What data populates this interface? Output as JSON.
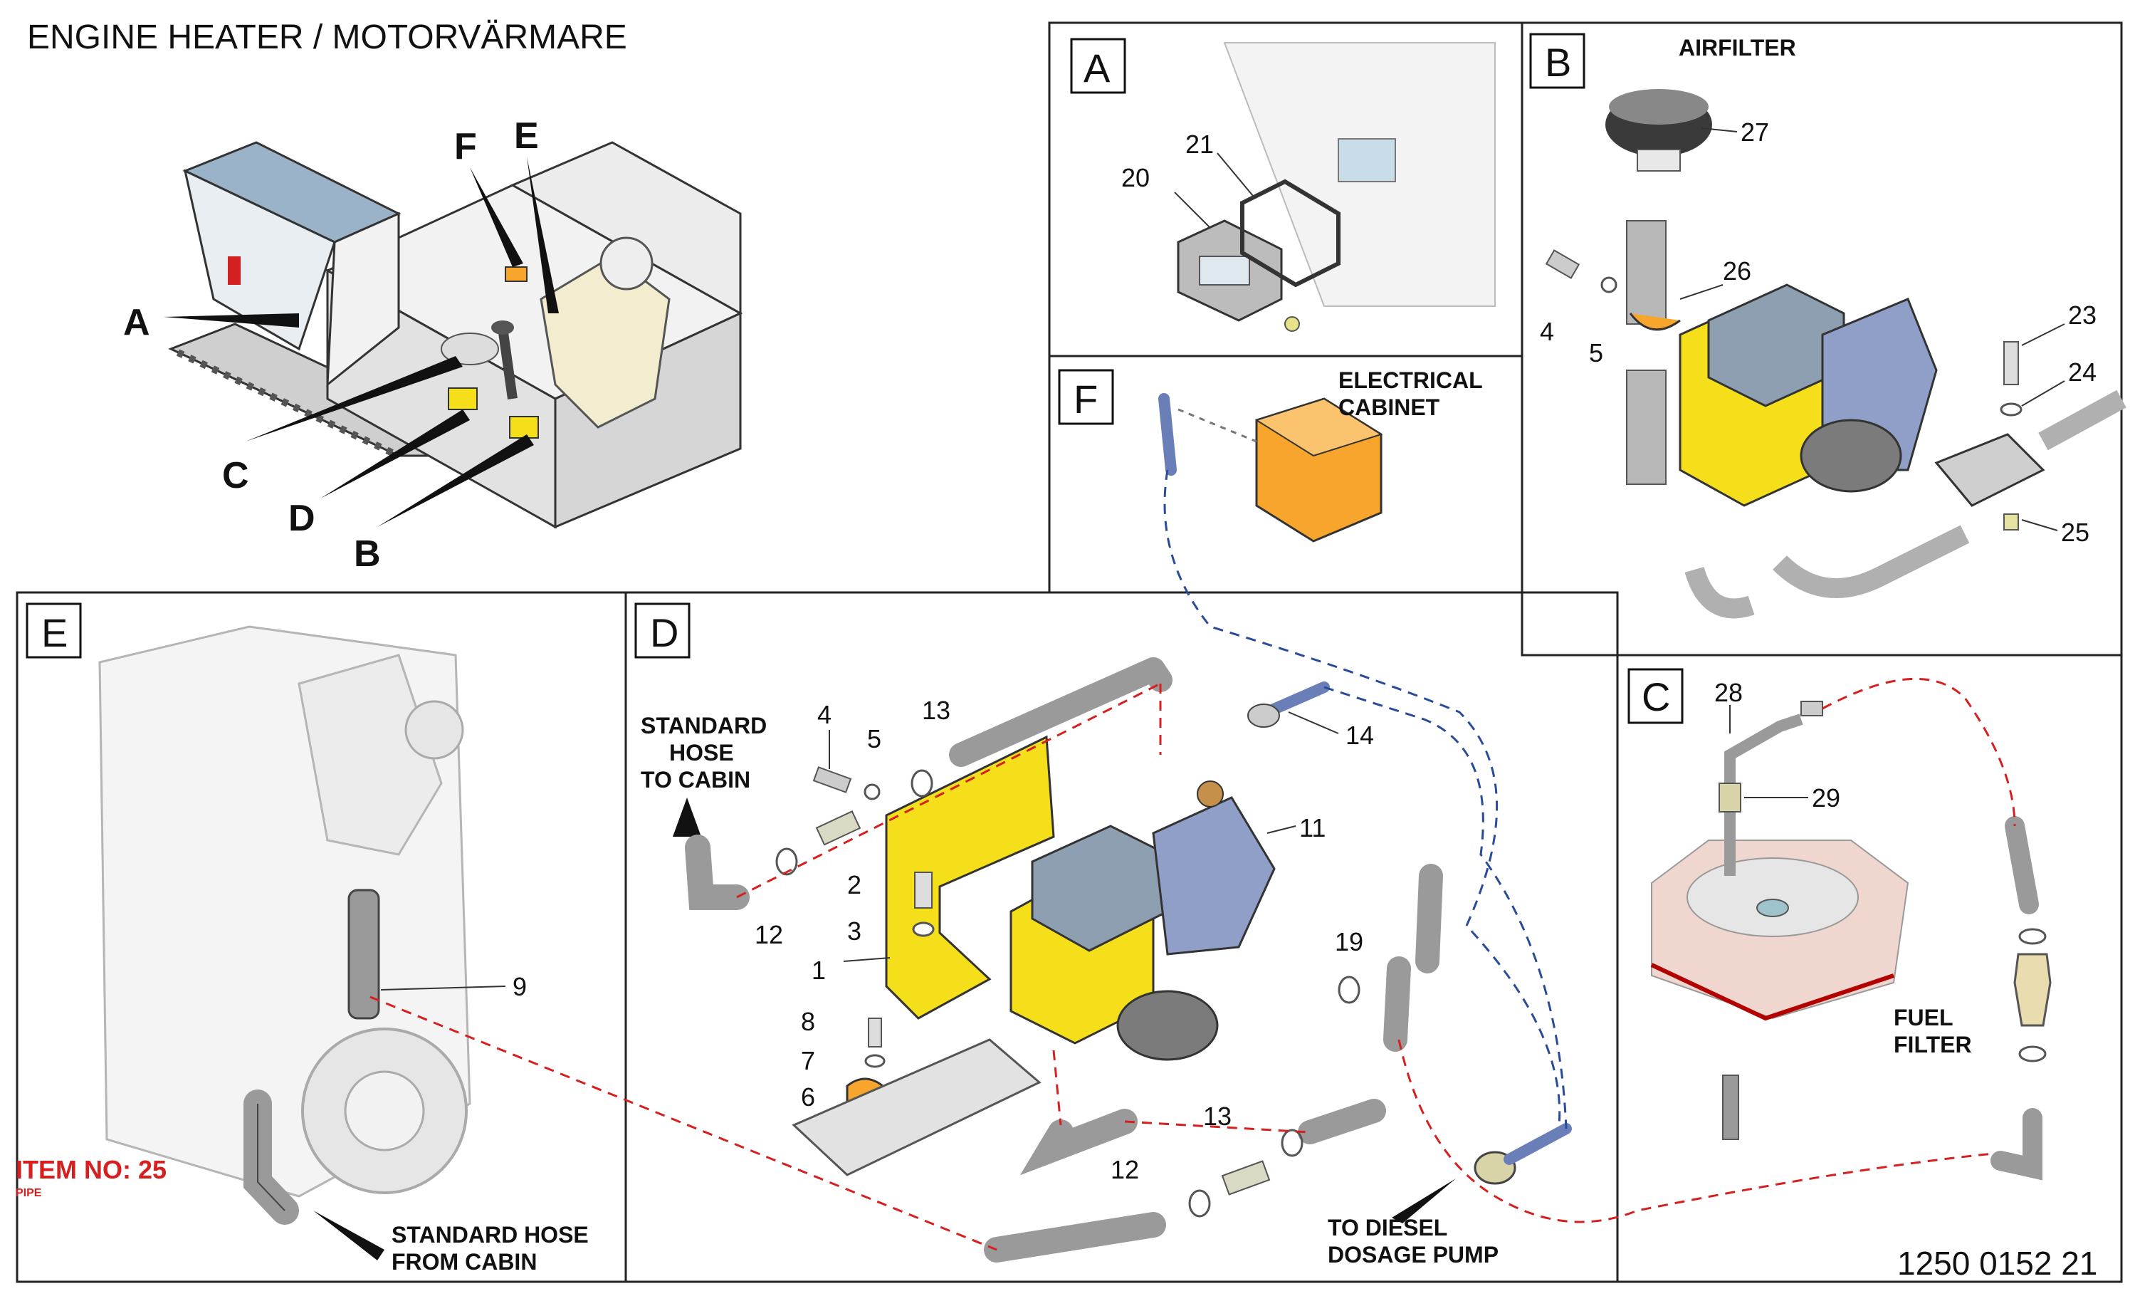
{
  "title": "ENGINE HEATER / MOTORVÄRMARE",
  "drawing_number": "1250 0152 21",
  "overview_callouts": [
    "A",
    "B",
    "C",
    "D",
    "E",
    "F"
  ],
  "panels": {
    "A": {
      "letter": "A",
      "parts": [
        "20",
        "21"
      ]
    },
    "B": {
      "letter": "B",
      "parts": [
        "27",
        "26",
        "4",
        "5",
        "23",
        "24",
        "25"
      ],
      "label_airfilter": "AIRFILTER"
    },
    "F": {
      "letter": "F",
      "cabinet_label_1": "ELECTRICAL",
      "cabinet_label_2": "CABINET"
    },
    "E": {
      "letter": "E",
      "part": "9",
      "item_no": "ITEM NO: 25",
      "item_sub": "PIPE",
      "hose_label_1": "STANDARD HOSE",
      "hose_label_2": "FROM CABIN"
    },
    "D": {
      "letter": "D",
      "parts": [
        "4",
        "5",
        "13",
        "14",
        "11",
        "2",
        "3",
        "1",
        "12",
        "8",
        "7",
        "6",
        "19",
        "13",
        "12"
      ],
      "hose_label_1": "STANDARD",
      "hose_label_2": "HOSE",
      "hose_label_3": "TO CABIN",
      "pump_label_1": "TO DIESEL",
      "pump_label_2": "DOSAGE PUMP"
    },
    "C": {
      "letter": "C",
      "parts": [
        "28",
        "29"
      ],
      "filter_label_1": "FUEL",
      "filter_label_2": "FILTER"
    }
  },
  "colors": {
    "yellow": "#f5df1a",
    "orange": "#f7a52c",
    "blue_gray": "#8f9fc8",
    "hose_gray": "#9a9a9a",
    "red_dash": "#d62020",
    "blue_dash": "#2a4a9a"
  }
}
